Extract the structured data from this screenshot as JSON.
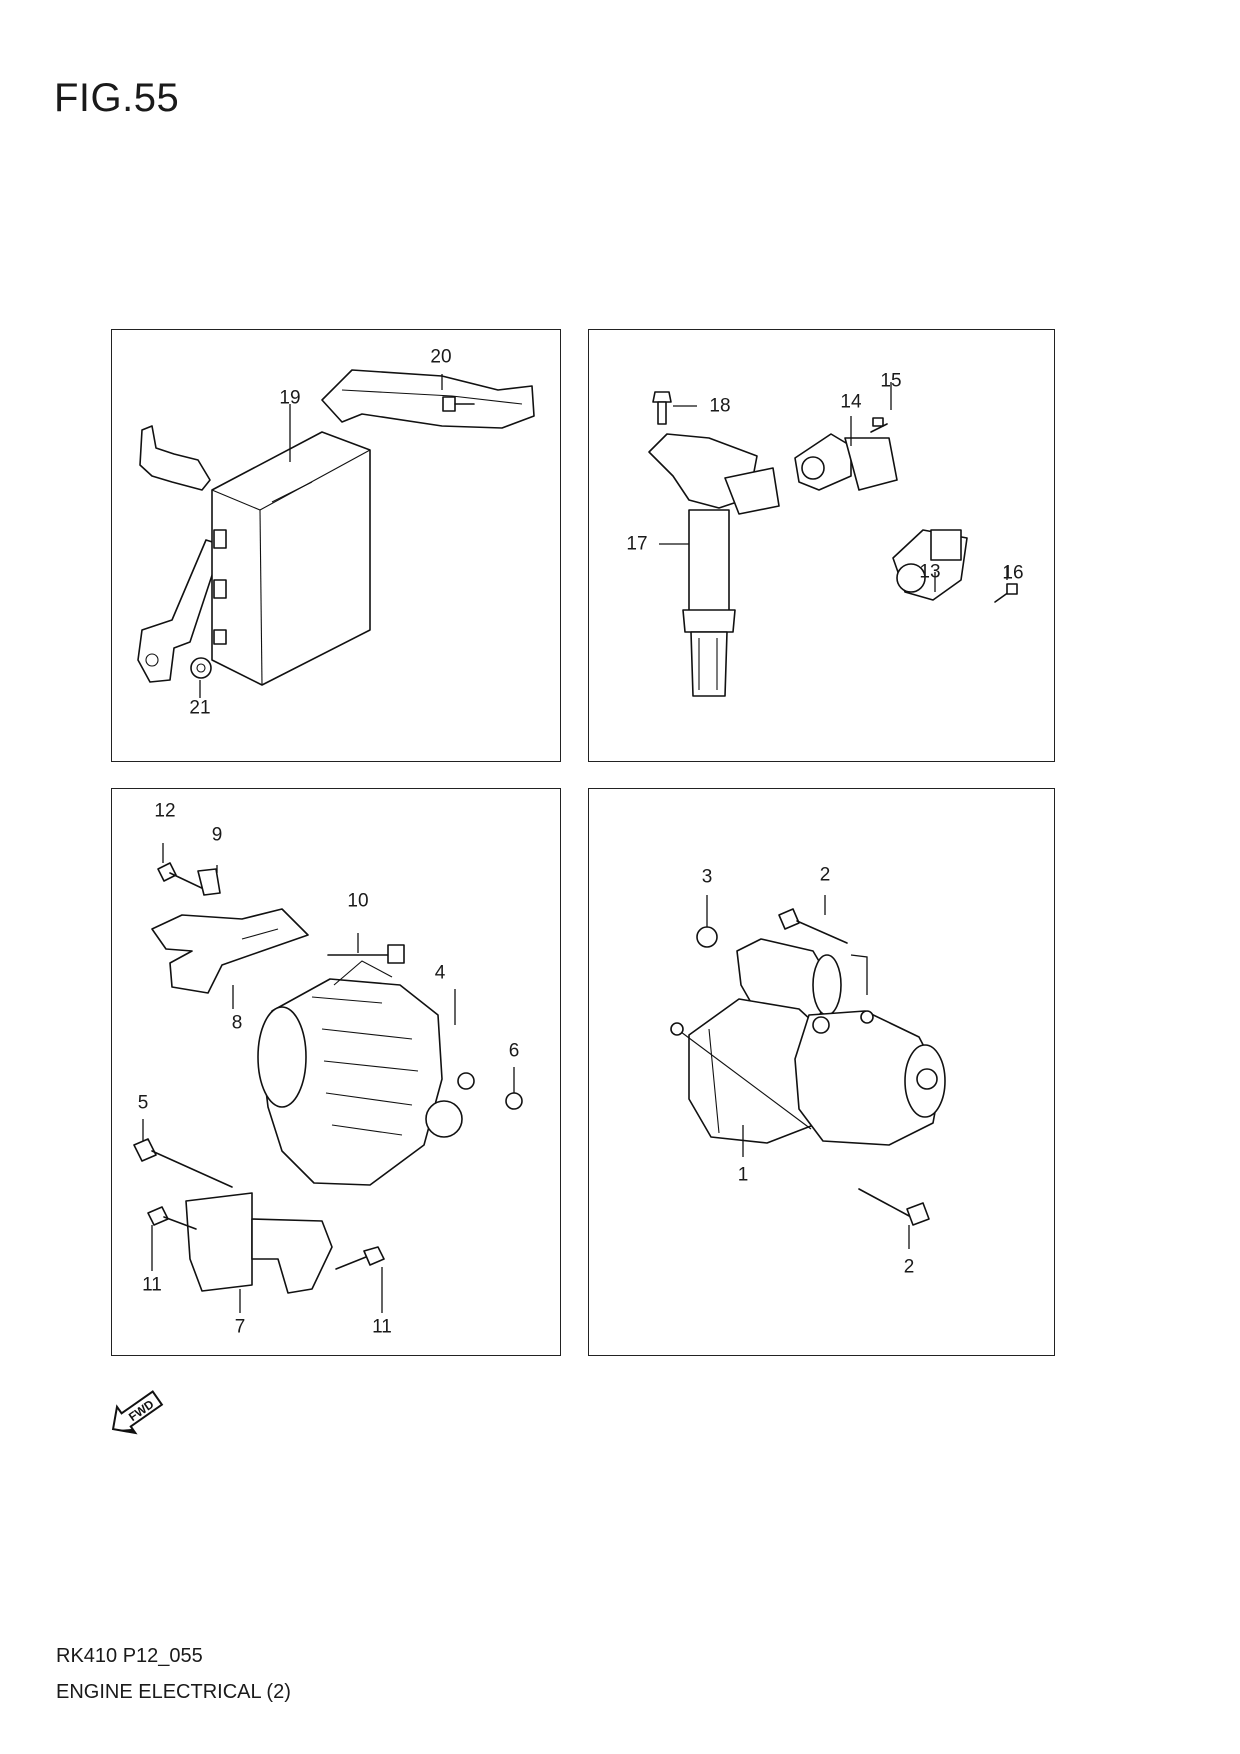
{
  "figure": {
    "title": "FIG.55"
  },
  "panels": {
    "ecu": {
      "callouts": [
        "19",
        "20",
        "21"
      ]
    },
    "ignition": {
      "callouts": [
        "18",
        "14",
        "15",
        "17",
        "13",
        "16"
      ]
    },
    "alternator": {
      "callouts": [
        "12",
        "9",
        "10",
        "4",
        "8",
        "6",
        "5",
        "11",
        "7",
        "11"
      ]
    },
    "starter": {
      "callouts": [
        "3",
        "2",
        "1",
        "2"
      ]
    }
  },
  "fwd_marker": {
    "label": "FWD"
  },
  "footer": {
    "code": "RK410 P12_055",
    "section": "ENGINE ELECTRICAL (2)"
  }
}
